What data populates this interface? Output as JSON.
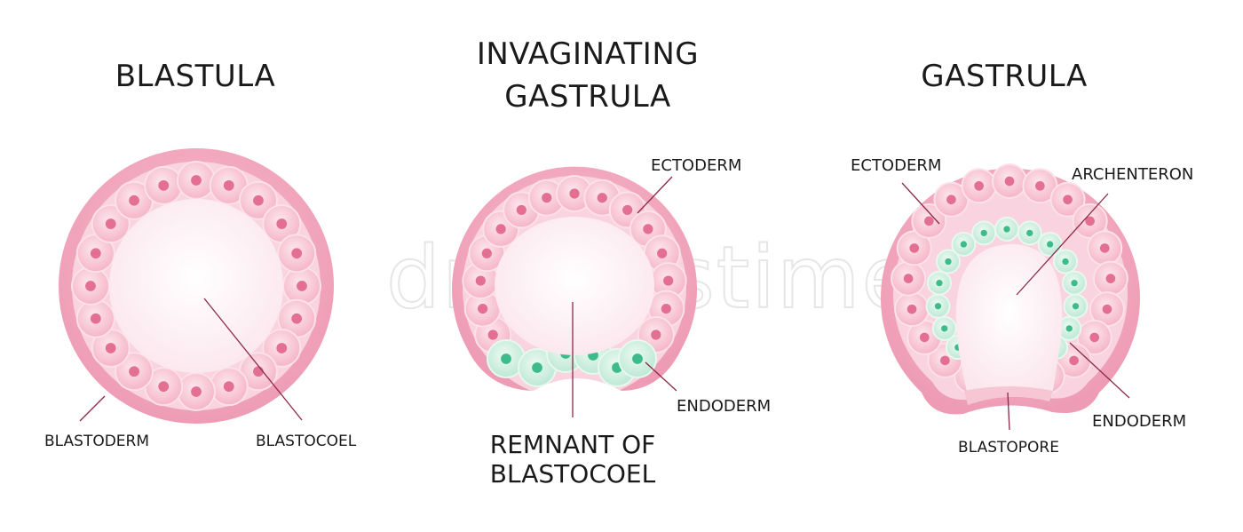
{
  "watermark": "dreamstime",
  "panels": {
    "blastula": {
      "title": "BLASTULA",
      "labels": {
        "blastoderm": "BLASTODERM",
        "blastocoel": "BLASTOCOEL"
      }
    },
    "invaginating": {
      "title_line1": "INVAGINATING",
      "title_line2": "GASTRULA",
      "labels": {
        "ectoderm": "ECTODERM",
        "endoderm": "ENDODERM",
        "remnant_line1": "REMNANT OF",
        "remnant_line2": "BLASTOCOEL"
      }
    },
    "gastrula": {
      "title": "GASTRULA",
      "labels": {
        "ectoderm": "ECTODERM",
        "archenteron": "ARCHENTERON",
        "endoderm": "ENDODERM",
        "blastopore": "BLASTOPORE"
      }
    }
  },
  "colors": {
    "outer_layer": "#f0a3bb",
    "ectoderm_cell": "#f7c2d1",
    "nucleus_pink": "#e36f93",
    "endoderm_cell": "#cdeee0",
    "nucleus_green": "#3dbb88",
    "cavity": "#fdf3f6",
    "leader_line": "#8a2a47"
  }
}
